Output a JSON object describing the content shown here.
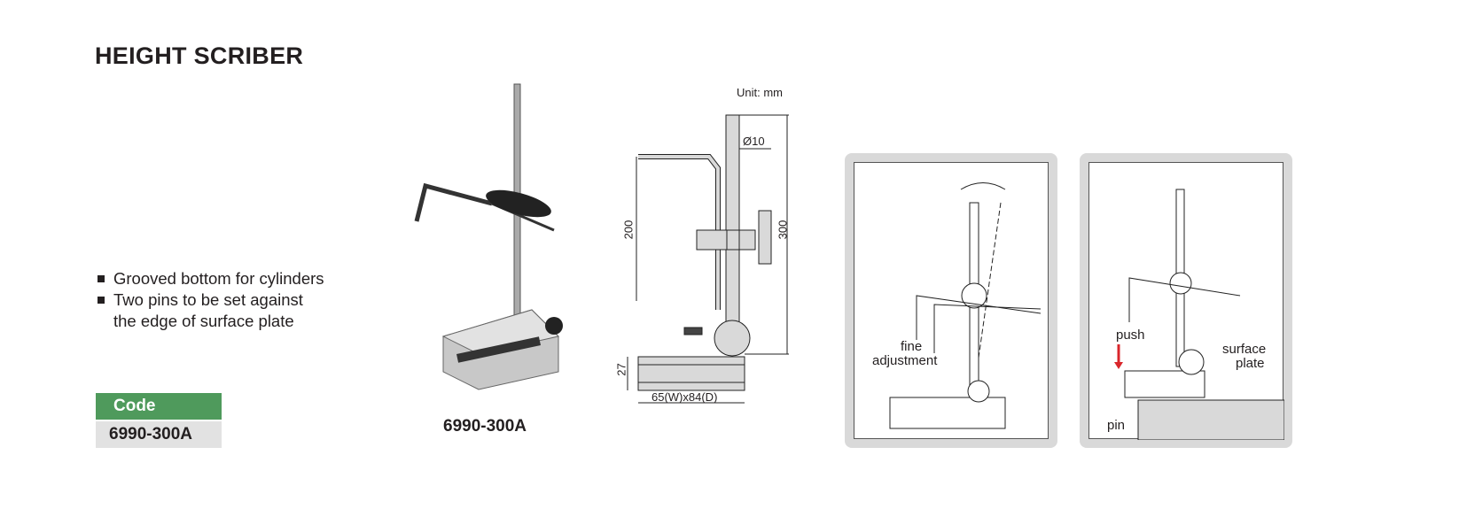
{
  "title": "HEIGHT SCRIBER",
  "features": [
    "Grooved bottom for cylinders",
    "Two pins to be set against",
    "the edge of surface plate"
  ],
  "code": {
    "header": "Code",
    "value": "6990-300A"
  },
  "product_model": "6990-300A",
  "drawing": {
    "unit": "Unit: mm",
    "diameter": "Ø10",
    "scribe_height": "200",
    "total_height": "300",
    "base_height": "27",
    "base_size": "65(W)x84(D)"
  },
  "illustration_1": {
    "label_line1": "fine",
    "label_line2": "adjustment"
  },
  "illustration_2": {
    "push": "push",
    "surface_line1": "surface",
    "surface_line2": "plate",
    "pin": "pin"
  },
  "colors": {
    "code_header": "#4f9a5c",
    "code_value_bg": "#e2e2e2",
    "panel_bg": "#d9d9d9",
    "arrow": "#d9262b"
  }
}
